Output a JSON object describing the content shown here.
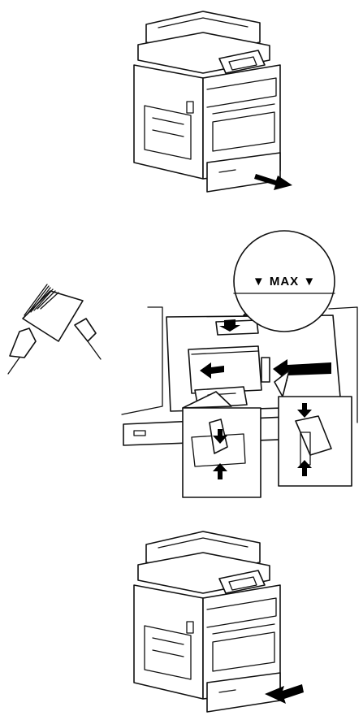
{
  "steps": [
    {
      "action": "pull-out-tray",
      "arrow_direction": "out"
    },
    {
      "action": "load-paper-adjust-guides",
      "max_label": "▼ MAX ▼"
    },
    {
      "action": "push-in-tray",
      "arrow_direction": "in"
    }
  ],
  "icons": [
    "printer-illustration",
    "paper-fan-hands-illustration",
    "paper-tray-illustration",
    "arrow-icon"
  ],
  "colors": {
    "line": "#111111",
    "fill": "#ffffff",
    "arrow": "#000000"
  }
}
